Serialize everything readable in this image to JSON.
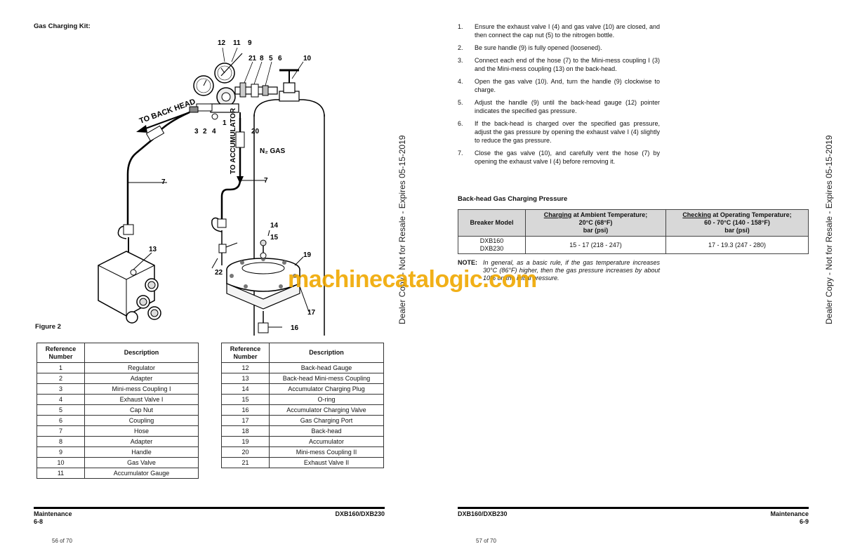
{
  "left_page": {
    "section_title": "Gas Charging Kit:",
    "figure_label": "Figure 2",
    "diagram": {
      "callouts": [
        "12",
        "11",
        "9",
        "21",
        "8",
        "5",
        "6",
        "10",
        "3",
        "2",
        "4",
        "1",
        "20",
        "7",
        "7",
        "13",
        "14",
        "15",
        "19",
        "22",
        "17",
        "16"
      ],
      "to_back_head": "TO BACK HEAD",
      "to_accumulator": "TO ACCUMULATOR",
      "n2_gas": "N₂ GAS"
    },
    "table_headers": {
      "ref_line1": "Reference",
      "ref_line2": "Number",
      "description": "Description"
    },
    "table_left": [
      {
        "num": "1",
        "desc": "Regulator"
      },
      {
        "num": "2",
        "desc": "Adapter"
      },
      {
        "num": "3",
        "desc": "Mini-mess Coupling I"
      },
      {
        "num": "4",
        "desc": "Exhaust Valve I"
      },
      {
        "num": "5",
        "desc": "Cap Nut"
      },
      {
        "num": "6",
        "desc": "Coupling"
      },
      {
        "num": "7",
        "desc": "Hose"
      },
      {
        "num": "8",
        "desc": "Adapter"
      },
      {
        "num": "9",
        "desc": "Handle"
      },
      {
        "num": "10",
        "desc": "Gas Valve"
      },
      {
        "num": "11",
        "desc": "Accumulator Gauge"
      }
    ],
    "table_right": [
      {
        "num": "12",
        "desc": "Back-head Gauge"
      },
      {
        "num": "13",
        "desc": "Back-head Mini-mess Coupling"
      },
      {
        "num": "14",
        "desc": "Accumulator Charging Plug"
      },
      {
        "num": "15",
        "desc": "O-ring"
      },
      {
        "num": "16",
        "desc": "Accumulator Charging Valve"
      },
      {
        "num": "17",
        "desc": "Gas Charging Port"
      },
      {
        "num": "18",
        "desc": "Back-head"
      },
      {
        "num": "19",
        "desc": "Accumulator"
      },
      {
        "num": "20",
        "desc": "Mini-mess Coupling II"
      },
      {
        "num": "21",
        "desc": "Exhaust Valve II"
      }
    ],
    "footer_left_line1": "Maintenance",
    "footer_left_line2": "6-8",
    "footer_right": "DXB160/DXB230",
    "page_count": "56 of 70",
    "watermark": "Dealer Copy - Not for Resale - Expires 05-15-2019"
  },
  "right_page": {
    "steps": [
      {
        "num": "1.",
        "text": "Ensure the exhaust valve I (4) and gas valve (10) are closed, and then connect the cap nut (5) to the nitrogen bottle."
      },
      {
        "num": "2.",
        "text": "Be sure handle (9) is fully opened (loosened)."
      },
      {
        "num": "3.",
        "text": "Connect each end of the hose (7) to the Mini-mess coupling I (3) and the Mini-mess coupling (13) on the back-head."
      },
      {
        "num": "4.",
        "text": "Open the gas valve (10). And, turn the handle (9) clockwise to charge."
      },
      {
        "num": "5.",
        "text": "Adjust the handle (9) until the back-head gauge (12) pointer indicates the specified gas pressure."
      },
      {
        "num": "6.",
        "text": "If the back-head is charged over the specified gas pressure, adjust the gas pressure by opening the exhaust valve I (4) slightly to reduce the gas pressure."
      },
      {
        "num": "7.",
        "text": "Close the gas valve (10), and carefully vent the hose (7) by opening the exhaust valve I (4) before removing it."
      }
    ],
    "pressure_title": "Back-head Gas Charging Pressure",
    "pressure_table": {
      "col1": "Breaker Model",
      "col2_u": "Charging",
      "col2_rest": " at Ambient Temperature;",
      "col2_line2": "20°C (68°F)",
      "col2_line3": "bar (psi)",
      "col3_u": "Checking",
      "col3_rest": " at Operating Temperature;",
      "col3_line2": "60 - 70°C (140 - 158°F)",
      "col3_line3": "bar (psi)",
      "model_line1": "DXB160",
      "model_line2": "DXB230",
      "charging_value": "15 - 17 (218 - 247)",
      "checking_value": "17 - 19.3 (247 - 280)"
    },
    "note_label": "NOTE:",
    "note_text": "In general, as a basic rule, if the gas temperature increases 30°C (86°F) higher, then the gas pressure increases by about 10% on the initial pressure.",
    "footer_left": "DXB160/DXB230",
    "footer_right_line1": "Maintenance",
    "footer_right_line2": "6-9",
    "page_count": "57 of 70",
    "watermark": "Dealer Copy - Not for Resale - Expires 05-15-2019"
  },
  "site_watermark": "machinecatalogic.com"
}
